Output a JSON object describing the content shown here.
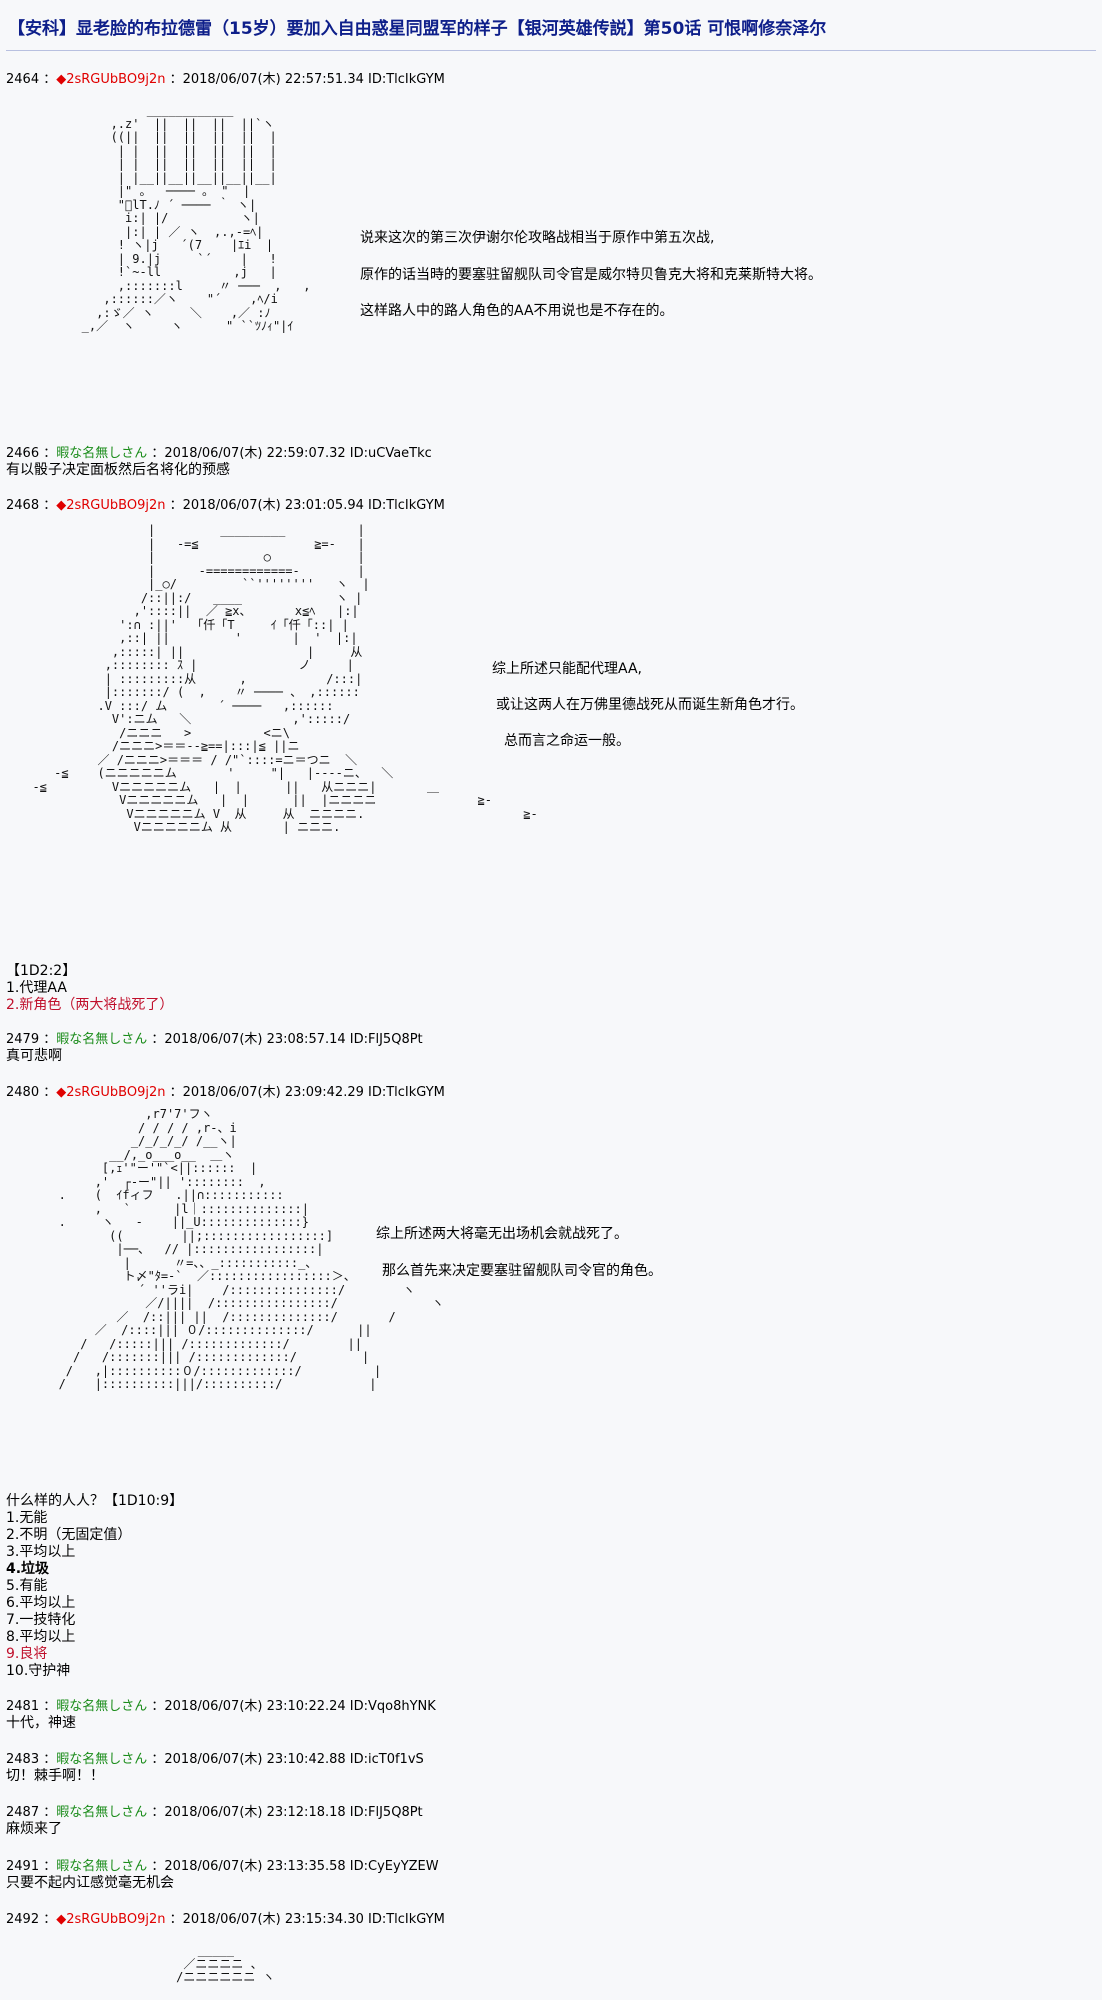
{
  "page_title": "【安科】显老脸的布拉德雷（15岁）要加入自由惑星同盟军的样子【银河英雄传説】第50话 可恨啊修奈泽尔",
  "colors": {
    "title": "#0e1f8a",
    "trip": "#e00000",
    "anon": "#1a8c1a",
    "highlight": "#c0102c"
  },
  "posts": [
    {
      "num": "2464",
      "name": "◆2sRGUbBO9j2n",
      "meta": "2018/06/07(木) 22:57:51.34 ID:TlcIkGYM"
    },
    {
      "num": "2466",
      "name": "暇な名無しさん",
      "meta": "2018/06/07(木) 22:59:07.32 ID:uCVaeTkc"
    },
    {
      "num": "2468",
      "name": "◆2sRGUbBO9j2n",
      "meta": "2018/06/07(木) 23:01:05.94 ID:TlcIkGYM"
    },
    {
      "num": "2479",
      "name": "暇な名無しさん",
      "meta": "2018/06/07(木) 23:08:57.14 ID:FlJ5Q8Pt"
    },
    {
      "num": "2480",
      "name": "◆2sRGUbBO9j2n",
      "meta": "2018/06/07(木) 23:09:42.29 ID:TlcIkGYM"
    },
    {
      "num": "2481",
      "name": "暇な名無しさん",
      "meta": "2018/06/07(木) 23:10:22.24 ID:Vqo8hYNK"
    },
    {
      "num": "2483",
      "name": "暇な名無しさん",
      "meta": "2018/06/07(木) 23:10:42.88 ID:icT0f1vS"
    },
    {
      "num": "2487",
      "name": "暇な名無しさん",
      "meta": "2018/06/07(木) 23:12:18.18 ID:FlJ5Q8Pt"
    },
    {
      "num": "2491",
      "name": "暇な名無しさん",
      "meta": "2018/06/07(木) 23:13:35.58 ID:CyEyYZEW"
    },
    {
      "num": "2492",
      "name": "◆2sRGUbBO9j2n",
      "meta": "2018/06/07(木) 23:15:34.30 ID:TlcIkGYM"
    }
  ],
  "text": {
    "p2464_1": "说来这次的第三次伊谢尔伦攻略战相当于原作中第五次战,",
    "p2464_2": "原作的话当時的要塞驻留舰队司令官是威尔特贝鲁克大将和克莱斯特大将。",
    "p2464_3": "这样路人中的路人角色的AA不用说也是不存在的。",
    "p2466": "有以骰子决定面板然后名将化的预感",
    "p2468_1": "综上所述只能配代理AA,",
    "p2468_2": "或让这两人在万佛里德战死从而诞生新角色才行。",
    "p2468_3": "总而言之命运一般。",
    "dice1_head": "【1D2:2】",
    "dice1_opt1": "1.代理AA",
    "dice1_opt2": "2.新角色（两大将战死了）",
    "p2479": "真可悲啊",
    "p2480_1": "综上所述两大将毫无出场机会就战死了。",
    "p2480_2": "那么首先来决定要塞驻留舰队司令官的角色。",
    "dice2_head": "什么样的人人？【1D10:9】",
    "dice2_opts": [
      "1.无能",
      "2.不明（无固定值）",
      "3.平均以上",
      "4.垃圾",
      "5.有能",
      "6.平均以上",
      "7.一技特化",
      "8.平均以上",
      "9.良将",
      "10.守护神"
    ],
    "p2481": "十代，神速",
    "p2483": "切！棘手啊！！",
    "p2487": "麻烦来了",
    "p2491": "只要不起内讧感觉毫无机会"
  }
}
